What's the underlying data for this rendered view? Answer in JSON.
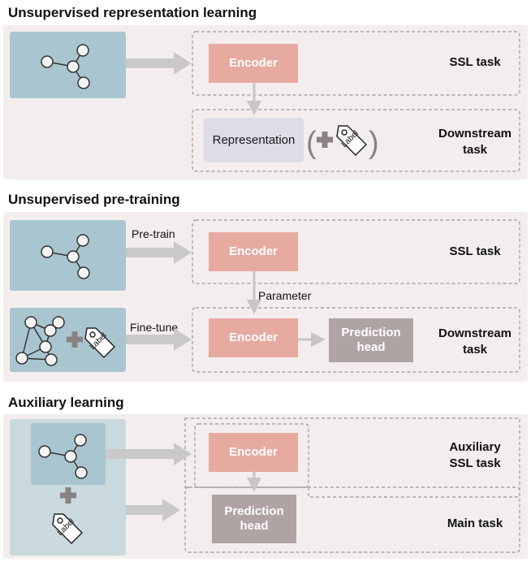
{
  "sections": {
    "s1": {
      "title": "Unsupervised representation learning",
      "encoder": "Encoder",
      "ssl_task": "SSL task",
      "representation": "Representation",
      "downstream_task": "Downstream\ntask",
      "label_tag": "Label"
    },
    "s2": {
      "title": "Unsupervised pre-training",
      "pretrain": "Pre-train",
      "encoder_top": "Encoder",
      "ssl_task": "SSL task",
      "parameter": "Parameter",
      "finetune": "Fine-tune",
      "encoder_bottom": "Encoder",
      "prediction_head": "Prediction\nhead",
      "downstream_task": "Downstream\ntask",
      "label_tag": "Label"
    },
    "s3": {
      "title": "Auxiliary learning",
      "encoder": "Encoder",
      "aux_task": "Auxiliary\nSSL task",
      "prediction_head": "Prediction\nhead",
      "main_task": "Main task",
      "label_tag": "Label"
    }
  },
  "colors": {
    "panel_bg": "#f3eeed",
    "encoder": "#e7aaa1",
    "prediction_head": "#b0a3a3",
    "representation": "#dcdde7",
    "graph_bg": "#a9c6d0",
    "arrow": "#c9c9c9",
    "plus": "#8a8282"
  }
}
